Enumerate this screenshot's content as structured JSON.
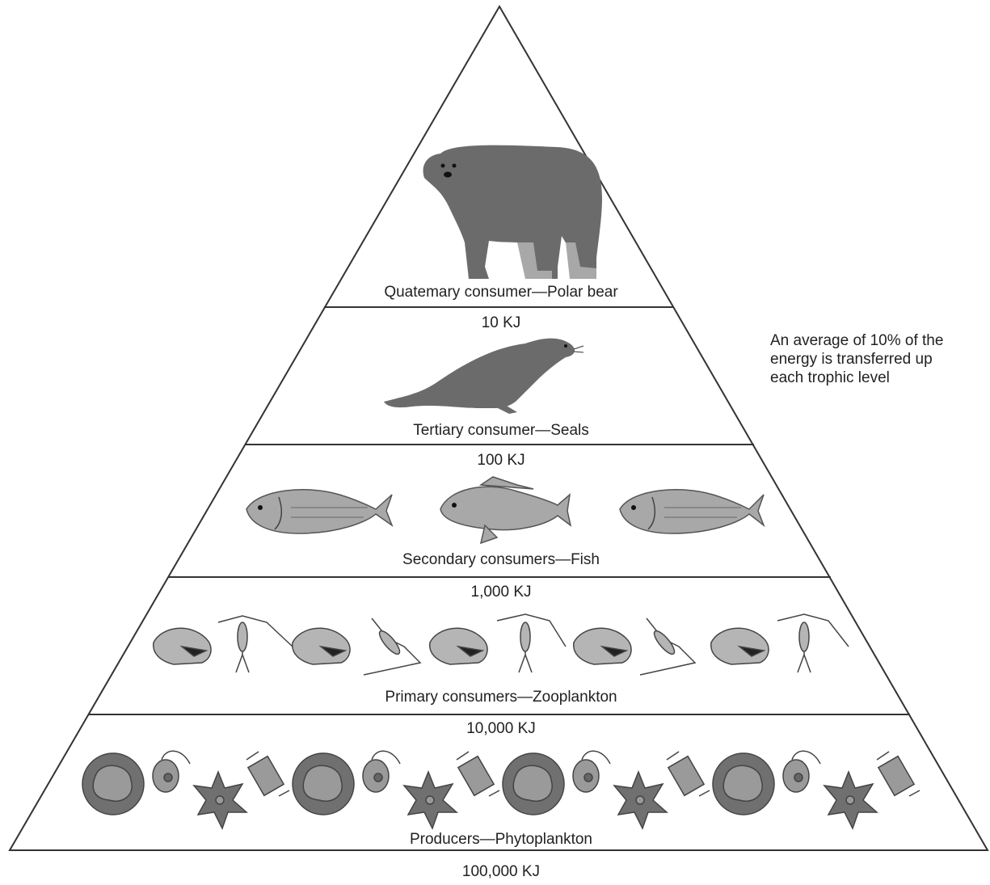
{
  "levels": [
    {
      "label": "Quatemary consumer—Polar bear",
      "organism": "polar-bear"
    },
    {
      "label": "Tertiary consumer—Seals",
      "organism": "seal"
    },
    {
      "label": "Secondary consumers—Fish",
      "organism": "fish"
    },
    {
      "label": "Primary consumers—Zooplankton",
      "organism": "zooplankton"
    },
    {
      "label": "Producers—Phytoplankton",
      "organism": "phytoplankton"
    }
  ],
  "energy": [
    "10 KJ",
    "100 KJ",
    "1,000 KJ",
    "10,000 KJ",
    "100,000 KJ"
  ],
  "note": "An average of 10% of the energy is transferred up each trophic level",
  "colors": {
    "outline": "#333333",
    "animal": "#6b6b6b",
    "animal_light": "#a8a8a8",
    "plankton": "#9a9a9a"
  }
}
